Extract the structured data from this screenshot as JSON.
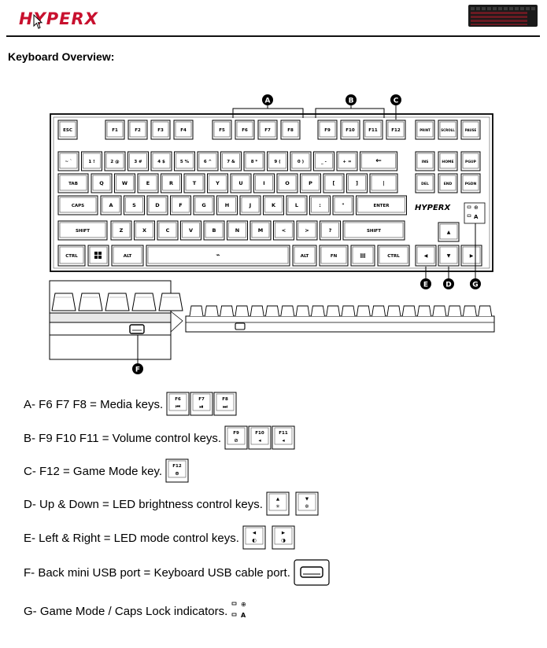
{
  "header": {
    "logo_text": "HYPERX",
    "brand_color": "#c8102e"
  },
  "section_title": "Keyboard Overview:",
  "diagram": {
    "callouts": [
      "A",
      "B",
      "C",
      "D",
      "E",
      "F",
      "G"
    ],
    "function_row": [
      "ESC",
      "F1",
      "F2",
      "F3",
      "F4",
      "F5",
      "F6",
      "F7",
      "F8",
      "F9",
      "F10",
      "F11",
      "F12"
    ],
    "nav_top": [
      "PRINT SCREEN",
      "SCROLL LOCK",
      "PAUSE BREAK"
    ],
    "number_row": [
      "~ `",
      "1 !",
      "2 @",
      "3 #",
      "4 $",
      "5 %",
      "6 ^",
      "7 &",
      "8 *",
      "9 (",
      "0 )",
      "_ -",
      "+ ="
    ],
    "nav_mid1": [
      "INS",
      "HOME",
      "PGUP"
    ],
    "q_row": [
      "TAB",
      "Q",
      "W",
      "E",
      "R",
      "T",
      "Y",
      "U",
      "I",
      "O",
      "P",
      "[ {",
      "] }",
      "\\ |"
    ],
    "nav_mid2": [
      "DEL",
      "END",
      "PGDN"
    ],
    "a_row": [
      "CAPS",
      "A",
      "S",
      "D",
      "F",
      "G",
      "H",
      "J",
      "K",
      "L",
      ": ;",
      "\" '",
      "ENTER"
    ],
    "z_row": [
      "SHIFT",
      "Z",
      "X",
      "C",
      "V",
      "B",
      "N",
      "M",
      "< ,",
      "> .",
      "? /",
      "SHIFT"
    ],
    "bottom_row": [
      "CTRL",
      "ALT",
      "ALT",
      "FN",
      "CTRL"
    ],
    "indicator_letter": "A",
    "plate_logo": "HYPERX"
  },
  "legend": [
    {
      "label": "A- F6 F7 F8 = Media keys.",
      "icons": [
        "F6",
        "F7",
        "F8"
      ]
    },
    {
      "label": "B- F9 F10 F11 = Volume control keys.",
      "icons": [
        "F9",
        "F10",
        "F11"
      ]
    },
    {
      "label": "C- F12 = Game Mode key.",
      "icons": [
        "F12"
      ]
    },
    {
      "label": "D- Up & Down = LED brightness control keys.",
      "icons": [
        "up-arrow",
        "down-arrow"
      ]
    },
    {
      "label": "E- Left & Right = LED mode control keys.",
      "icons": [
        "left-arrow",
        "right-arrow"
      ]
    },
    {
      "label": "F- Back mini USB port = Keyboard USB cable port.",
      "icons": [
        "usb-port"
      ]
    },
    {
      "label": "G- Game Mode / Caps Lock indicators.",
      "icons": [
        "indicator-leds"
      ],
      "indicator_letter": "A"
    }
  ]
}
